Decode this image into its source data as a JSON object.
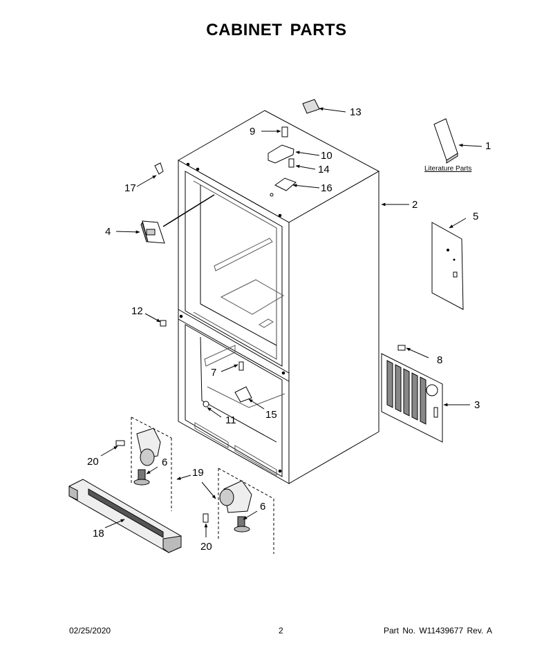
{
  "title": "CABINET PARTS",
  "literature_label": "Literature Parts",
  "callouts": {
    "c1": "1",
    "c2": "2",
    "c3": "3",
    "c4": "4",
    "c5": "5",
    "c6a": "6",
    "c6b": "6",
    "c7": "7",
    "c8": "8",
    "c9": "9",
    "c10": "10",
    "c11": "11",
    "c12": "12",
    "c13": "13",
    "c14": "14",
    "c15": "15",
    "c16": "16",
    "c17": "17",
    "c18": "18",
    "c19": "19",
    "c20a": "20",
    "c20b": "20"
  },
  "footer": {
    "date": "02/25/2020",
    "page": "2",
    "part_no": "Part No.  W11439677  Rev.  A"
  }
}
